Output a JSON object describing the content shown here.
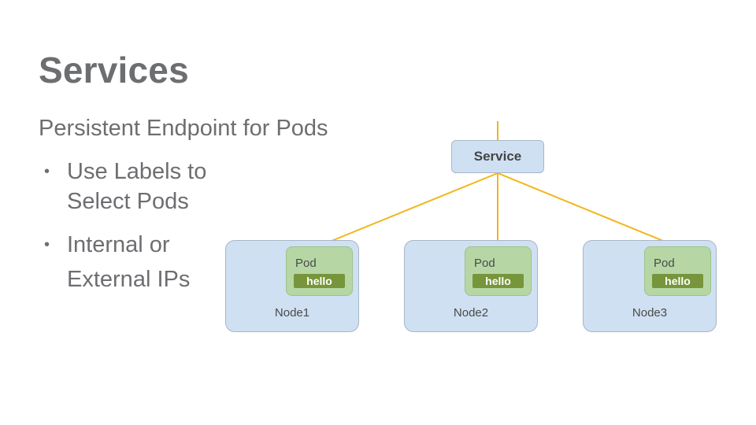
{
  "slide": {
    "title": "Services",
    "subtitle": "Persistent Endpoint for Pods",
    "bullets": [
      "Use Labels to Select Pods",
      "Internal or External IPs"
    ]
  },
  "diagram": {
    "service_label": "Service",
    "nodes": [
      {
        "label": "Node1",
        "pod_label": "Pod",
        "pod_tag": "hello"
      },
      {
        "label": "Node2",
        "pod_label": "Pod",
        "pod_tag": "hello"
      },
      {
        "label": "Node3",
        "pod_label": "Pod",
        "pod_tag": "hello"
      }
    ],
    "colors": {
      "connector": "#f2b619",
      "node_fill": "#cfe0f2",
      "pod_fill": "#b6d7a4",
      "tag_fill": "#77953b",
      "title_text": "#6d6e71"
    }
  }
}
